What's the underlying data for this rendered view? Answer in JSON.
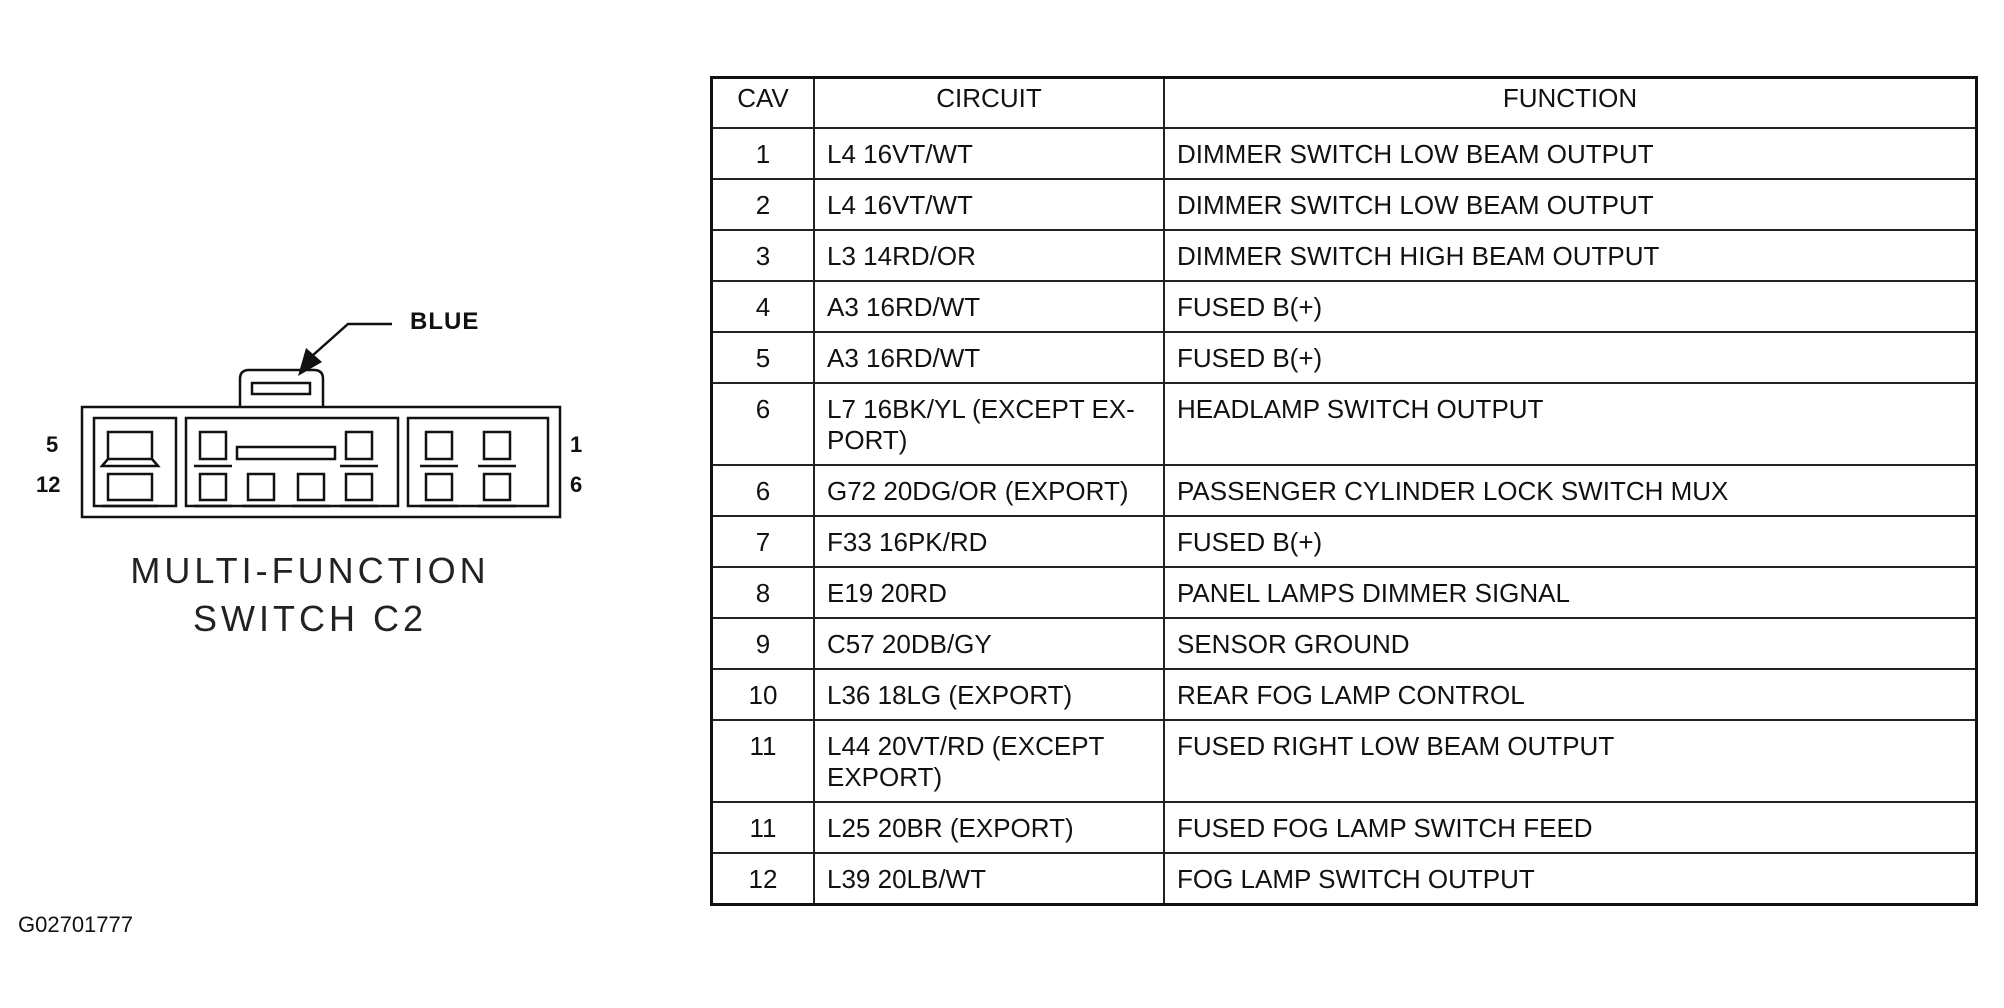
{
  "connector": {
    "color_label": "BLUE",
    "pin_top_left": "5",
    "pin_bottom_left": "12",
    "pin_top_right": "1",
    "pin_bottom_right": "6",
    "title_line1": "MULTI-FUNCTION",
    "title_line2": "SWITCH C2"
  },
  "table": {
    "headers": {
      "cav": "CAV",
      "circuit": "CIRCUIT",
      "function": "FUNCTION"
    },
    "rows": [
      {
        "cav": "1",
        "circuit": "L4 16VT/WT",
        "function": "DIMMER SWITCH LOW BEAM OUTPUT"
      },
      {
        "cav": "2",
        "circuit": "L4 16VT/WT",
        "function": "DIMMER SWITCH LOW BEAM OUTPUT"
      },
      {
        "cav": "3",
        "circuit": "L3 14RD/OR",
        "function": "DIMMER SWITCH HIGH BEAM OUTPUT"
      },
      {
        "cav": "4",
        "circuit": "A3 16RD/WT",
        "function": "FUSED B(+)"
      },
      {
        "cav": "5",
        "circuit": "A3 16RD/WT",
        "function": "FUSED B(+)"
      },
      {
        "cav": "6",
        "circuit_line1": "L7 16BK/YL (EXCEPT EX-",
        "circuit_line2": "PORT)",
        "function": "HEADLAMP SWITCH OUTPUT"
      },
      {
        "cav": "6",
        "circuit": "G72 20DG/OR (EXPORT)",
        "function": "PASSENGER CYLINDER LOCK SWITCH MUX"
      },
      {
        "cav": "7",
        "circuit": "F33 16PK/RD",
        "function": "FUSED B(+)"
      },
      {
        "cav": "8",
        "circuit": "E19 20RD",
        "function": "PANEL LAMPS DIMMER SIGNAL"
      },
      {
        "cav": "9",
        "circuit": "C57 20DB/GY",
        "function": "SENSOR GROUND"
      },
      {
        "cav": "10",
        "circuit": "L36 18LG (EXPORT)",
        "function": "REAR FOG LAMP CONTROL"
      },
      {
        "cav": "11",
        "circuit_line1": "L44 20VT/RD (EXCEPT",
        "circuit_line2": "EXPORT)",
        "function": "FUSED RIGHT LOW BEAM OUTPUT"
      },
      {
        "cav": "11",
        "circuit": "L25 20BR (EXPORT)",
        "function": "FUSED FOG LAMP SWITCH FEED"
      },
      {
        "cav": "12",
        "circuit": "L39 20LB/WT",
        "function": "FOG LAMP SWITCH OUTPUT"
      }
    ]
  },
  "figure_id": "G02701777"
}
